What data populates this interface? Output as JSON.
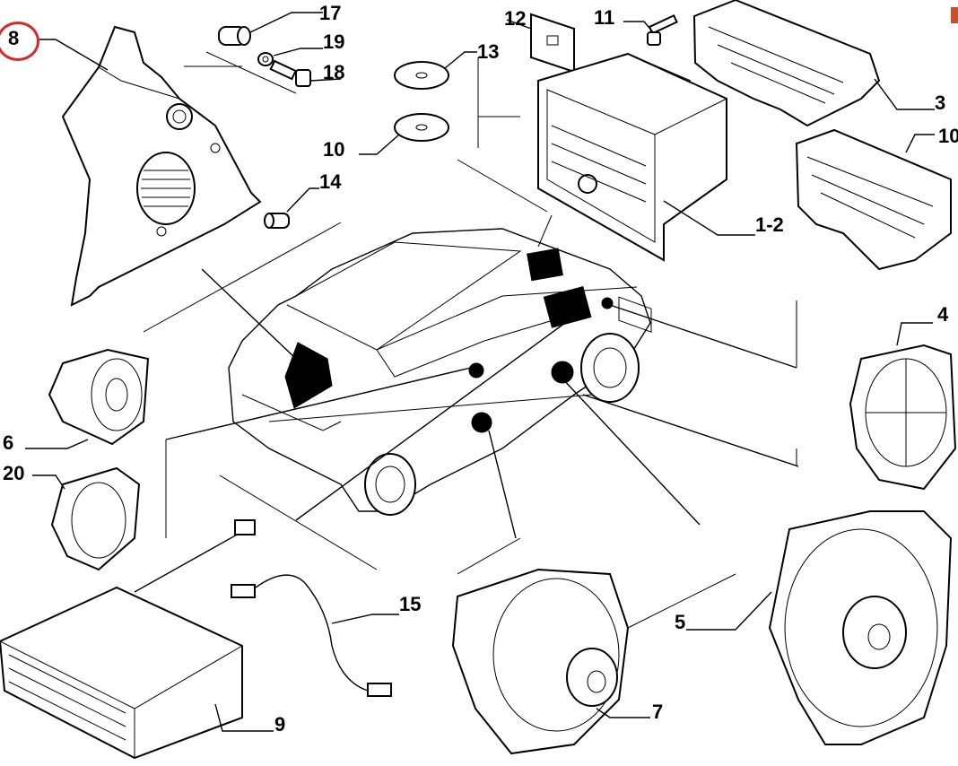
{
  "diagram": {
    "title": "Car audio system exploded parts diagram",
    "highlighted_callout": "8",
    "highlight_color": "#d42b2b",
    "corner_mark_color": "#c8502a",
    "callouts": [
      {
        "id": "c1-2",
        "label": "1-2",
        "part": "radio head unit"
      },
      {
        "id": "c3",
        "label": "3",
        "part": "mounting bracket"
      },
      {
        "id": "c4",
        "label": "4",
        "part": "tweeter speaker"
      },
      {
        "id": "c5",
        "label": "5",
        "part": "rear door speaker"
      },
      {
        "id": "c6",
        "label": "6",
        "part": "dashboard speaker"
      },
      {
        "id": "c7",
        "label": "7",
        "part": "front door speaker"
      },
      {
        "id": "c8",
        "label": "8",
        "part": "subwoofer enclosure"
      },
      {
        "id": "c9",
        "label": "9",
        "part": "CD changer"
      },
      {
        "id": "c10",
        "label": "10",
        "part": "CD disc"
      },
      {
        "id": "c10b",
        "label": "10",
        "part": "mounting bracket"
      },
      {
        "id": "c11",
        "label": "11",
        "part": "screw"
      },
      {
        "id": "c12",
        "label": "12",
        "part": "label"
      },
      {
        "id": "c13",
        "label": "13",
        "part": "CD disc"
      },
      {
        "id": "c14",
        "label": "14",
        "part": "plug"
      },
      {
        "id": "c15",
        "label": "15",
        "part": "cable"
      },
      {
        "id": "c17",
        "label": "17",
        "part": "bushing"
      },
      {
        "id": "c18",
        "label": "18",
        "part": "bolt"
      },
      {
        "id": "c19",
        "label": "19",
        "part": "washer"
      },
      {
        "id": "c20",
        "label": "20",
        "part": "speaker"
      }
    ]
  }
}
